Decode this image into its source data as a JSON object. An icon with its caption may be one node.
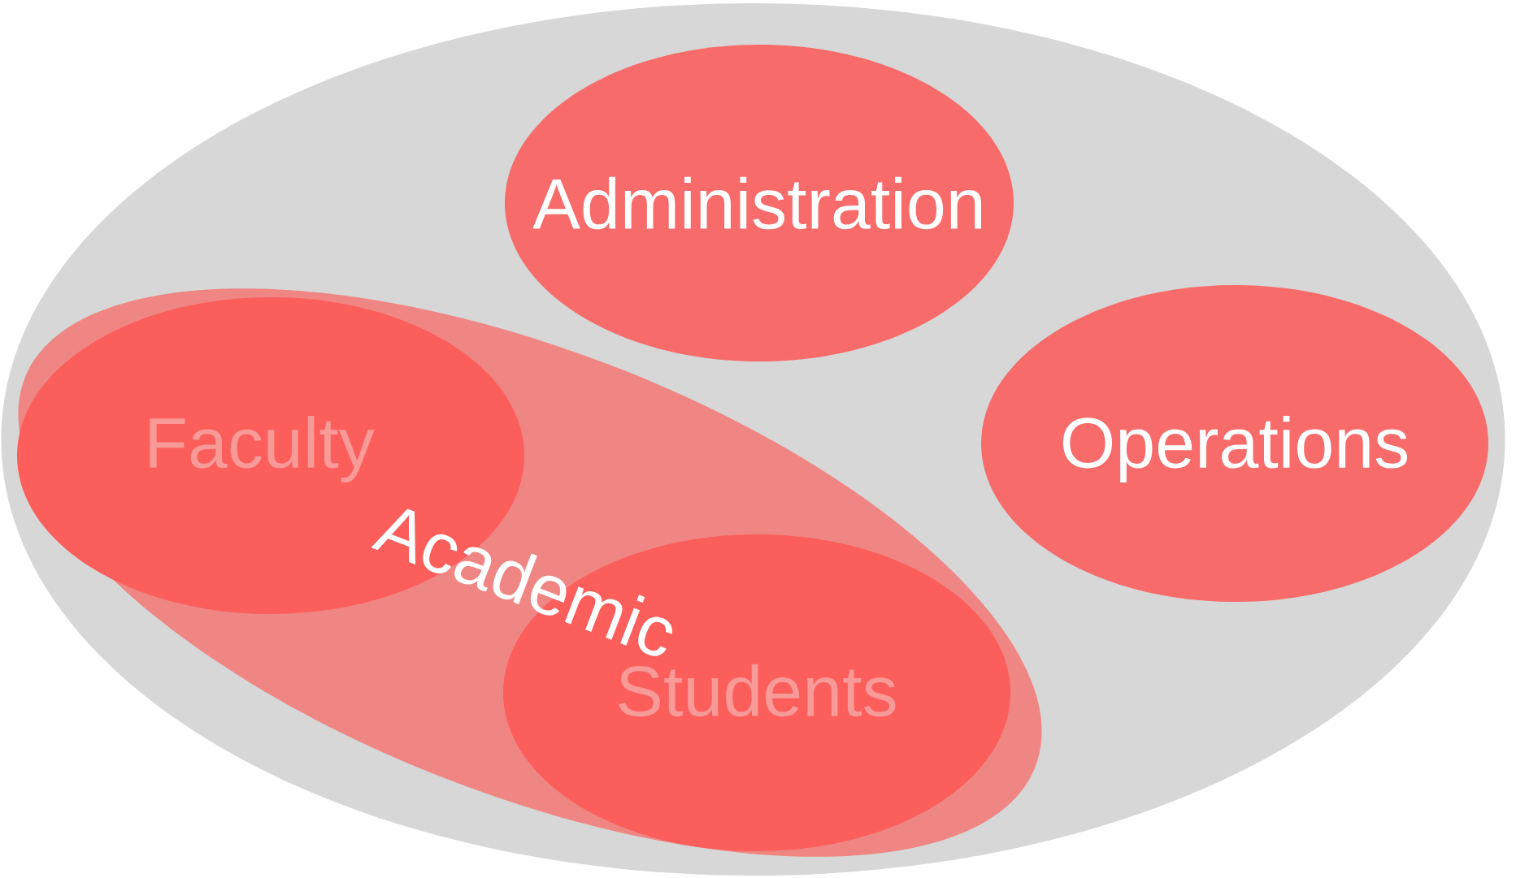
{
  "diagram": {
    "nodes": [
      {
        "text": [],
        "shape": "ellipse"
      },
      {
        "text": [
          "Administration"
        ],
        "in": 0
      },
      {
        "text": [
          "Academic"
        ],
        "in": 0
      },
      {
        "text": [
          "Faculty"
        ],
        "in": 2
      },
      {
        "text": [
          "Students"
        ],
        "in": 2
      },
      {
        "text": [
          "Operations"
        ],
        "in": 0
      }
    ]
  }
}
